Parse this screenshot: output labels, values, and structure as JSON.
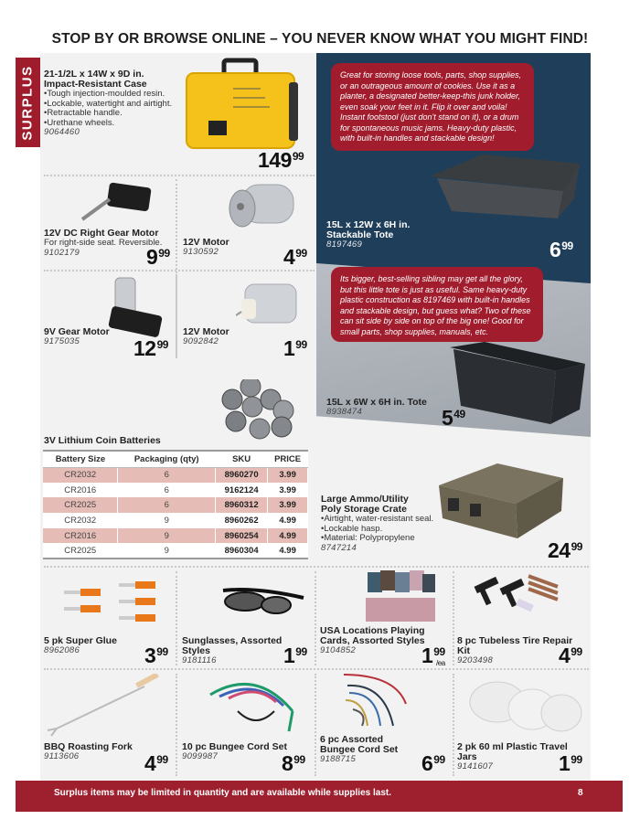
{
  "headline": "STOP BY OR BROWSE ONLINE – YOU NEVER KNOW WHAT YOU MIGHT FIND!",
  "section_tab": "SURPLUS",
  "products": {
    "case": {
      "title_line1": "21-1/2L x 14W x 9D in.",
      "title_line2": "Impact-Resistant Case",
      "bullets": [
        "•Tough injection-moulded resin.",
        "•Lockable, watertight and airtight.",
        "•Retractable handle.",
        "•Urethane wheels."
      ],
      "sku": "9064460",
      "price_dollars": "149",
      "price_cents": "99"
    },
    "gear_motor_12v": {
      "title": "12V DC Right Gear Motor",
      "desc": "For right-side seat. Reversible.",
      "sku": "9102179",
      "price_dollars": "9",
      "price_cents": "99"
    },
    "motor_12v_a": {
      "title": "12V Motor",
      "sku": "9130592",
      "price_dollars": "4",
      "price_cents": "99"
    },
    "gear_motor_9v": {
      "title": "9V Gear Motor",
      "sku": "9175035",
      "price_dollars": "12",
      "price_cents": "99"
    },
    "motor_12v_b": {
      "title": "12V Motor",
      "sku": "9092842",
      "price_dollars": "1",
      "price_cents": "99"
    },
    "tote_large": {
      "blurb": "Great for storing loose tools, parts, shop supplies, or an outrageous amount of cookies. Use it as a planter, a designated better-keep-this junk holder, even soak your feet in it. Flip it over and voila! Instant footstool (just don't stand on it), or a drum for spontaneous music jams. Heavy-duty plastic, with built-in handles and stackable design!",
      "title_line1": "15L x 12W x 6H in.",
      "title_line2": "Stackable Tote",
      "sku": "8197469",
      "price_dollars": "6",
      "price_cents": "99"
    },
    "tote_small": {
      "blurb": "Its bigger, best-selling sibling may get all the glory, but this little tote is just as useful. Same heavy-duty plastic construction as 8197469 with built-in handles and stackable design, but guess what? Two of these can sit side by side on top of the big one! Good for small parts, shop supplies, manuals, etc.",
      "title": "15L x 6W x 6H in. Tote",
      "sku": "8938474",
      "price_dollars": "5",
      "price_cents": "49"
    },
    "ammo_crate": {
      "title_line1": "Large Ammo/Utility",
      "title_line2": "Poly Storage Crate",
      "bullets": [
        "•Airtight, water-resistant seal.",
        "•Lockable hasp.",
        "•Material: Polypropylene"
      ],
      "sku": "8747214",
      "price_dollars": "24",
      "price_cents": "99"
    },
    "super_glue": {
      "title": "5 pk Super Glue",
      "sku": "8962086",
      "price_dollars": "3",
      "price_cents": "99"
    },
    "sunglasses": {
      "title": "Sunglasses, Assorted Styles",
      "sku": "9181116",
      "price_dollars": "1",
      "price_cents": "99"
    },
    "playing_cards": {
      "title_line1": "USA Locations Playing",
      "title_line2": "Cards, Assorted Styles",
      "sku": "9104852",
      "price_dollars": "1",
      "price_cents": "99",
      "unit": "/ea"
    },
    "tire_repair": {
      "title": "8 pc Tubeless Tire Repair Kit",
      "sku": "9203498",
      "price_dollars": "4",
      "price_cents": "99"
    },
    "bbq_fork": {
      "title": "BBQ Roasting Fork",
      "sku": "9113606",
      "price_dollars": "4",
      "price_cents": "99"
    },
    "bungee_10": {
      "title": "10 pc Bungee Cord Set",
      "sku": "9099987",
      "price_dollars": "8",
      "price_cents": "99"
    },
    "bungee_6": {
      "title_line1": "6 pc Assorted",
      "title_line2": "Bungee Cord Set",
      "sku": "9188715",
      "price_dollars": "6",
      "price_cents": "99"
    },
    "travel_jars": {
      "title": "2 pk 60 ml Plastic Travel Jars",
      "sku": "9141607",
      "price_dollars": "1",
      "price_cents": "99"
    }
  },
  "batteries": {
    "title": "3V Lithium Coin Batteries",
    "headers": [
      "Battery Size",
      "Packaging (qty)",
      "SKU",
      "PRICE"
    ],
    "rows": [
      [
        "CR2032",
        "6",
        "8960270",
        "3.99"
      ],
      [
        "CR2016",
        "6",
        "9162124",
        "3.99"
      ],
      [
        "CR2025",
        "6",
        "8960312",
        "3.99"
      ],
      [
        "CR2032",
        "9",
        "8960262",
        "4.99"
      ],
      [
        "CR2016",
        "9",
        "8960254",
        "4.99"
      ],
      [
        "CR2025",
        "9",
        "8960304",
        "4.99"
      ]
    ]
  },
  "footer": {
    "note": "Surplus items may be limited in quantity and are available while supplies last.",
    "page_number": "8"
  },
  "colors": {
    "brand_red": "#9e1f2e",
    "panel_blue": "#1f3e5a",
    "table_shade": "#e6bdb6"
  }
}
